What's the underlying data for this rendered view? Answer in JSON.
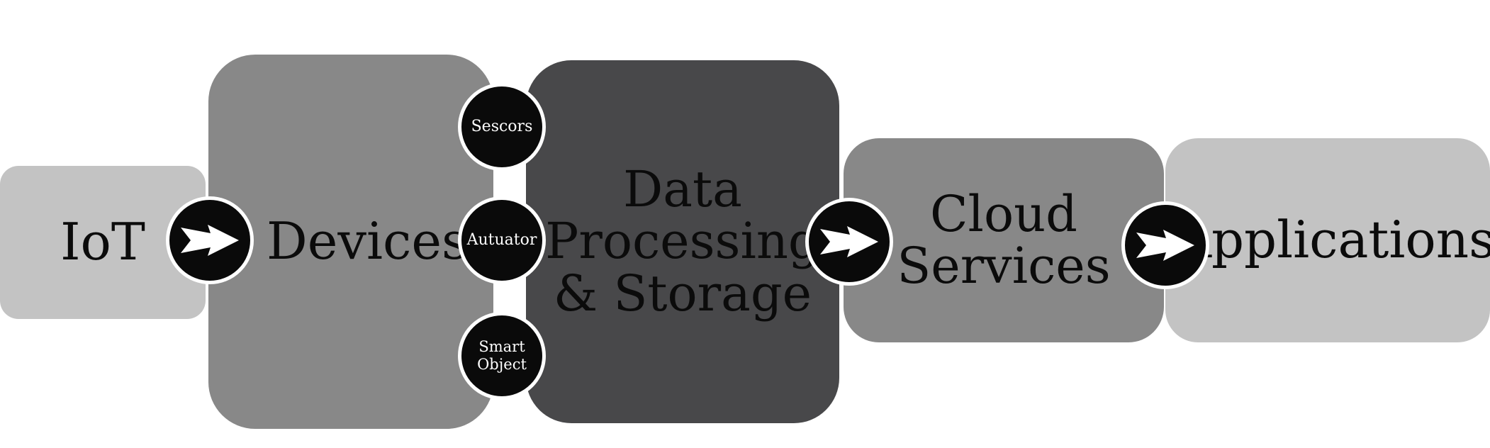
{
  "stages": {
    "iot": "IoT",
    "devices": "Devices",
    "data_processing": [
      "Data",
      "Processing",
      "& Storage"
    ],
    "cloud_services": [
      "Cloud",
      "Services"
    ],
    "applications": "Applications"
  },
  "device_types": {
    "sensors": "Sescors",
    "actuator": "Autuator",
    "smart_object": [
      "Smart",
      "Object"
    ]
  },
  "colors": {
    "light_gray": "#c3c3c3",
    "mid_gray": "#888888",
    "dark_gray": "#48484a",
    "circle": "#0a0a0a",
    "arrow": "#ffffff"
  },
  "icons": {
    "connector": "arrow-right-icon"
  }
}
